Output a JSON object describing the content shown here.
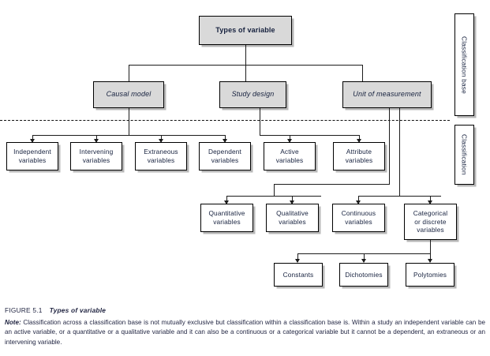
{
  "figure": {
    "root": {
      "label": "Types of variable"
    },
    "bases": [
      {
        "label": "Causal model"
      },
      {
        "label": "Study design"
      },
      {
        "label": "Unit of measurement"
      }
    ],
    "classification_row": [
      {
        "label": "Independent\nvariables"
      },
      {
        "label": "Intervening\nvariables"
      },
      {
        "label": "Extraneous\nvariables"
      },
      {
        "label": "Dependent\nvariables"
      },
      {
        "label": "Active\nvariables"
      },
      {
        "label": "Attribute\nvariables"
      }
    ],
    "measurement_row": [
      {
        "label": "Quantitative\nvariables"
      },
      {
        "label": "Qualitative\nvariables"
      },
      {
        "label": "Continuous\nvariables"
      },
      {
        "label": "Categorical\nor discrete\nvariables"
      }
    ],
    "categorical_row": [
      {
        "label": "Constants"
      },
      {
        "label": "Dichotomies"
      },
      {
        "label": "Polytomies"
      }
    ],
    "bands": [
      {
        "label": "Classification base"
      },
      {
        "label": "Classification"
      }
    ],
    "colors": {
      "shaded_fill": "#d9d9d9",
      "plain_fill": "#ffffff",
      "border": "#000000",
      "shadow": "#b8b8b8",
      "connector": "#1c1c1c",
      "text": "#16213e"
    }
  },
  "caption": {
    "figure_number": "FIGURE 5.1",
    "figure_title": "Types of variable",
    "note_label": "Note:",
    "note_text": " Classification across a classification base is not mutually exclusive but classification within a classification base is. Within a study an independent variable can be an active variable, or a quantitative or a qualitative variable and it can also be a continuous or a categorical variable but it cannot be a dependent, an extraneous or an intervening variable."
  }
}
